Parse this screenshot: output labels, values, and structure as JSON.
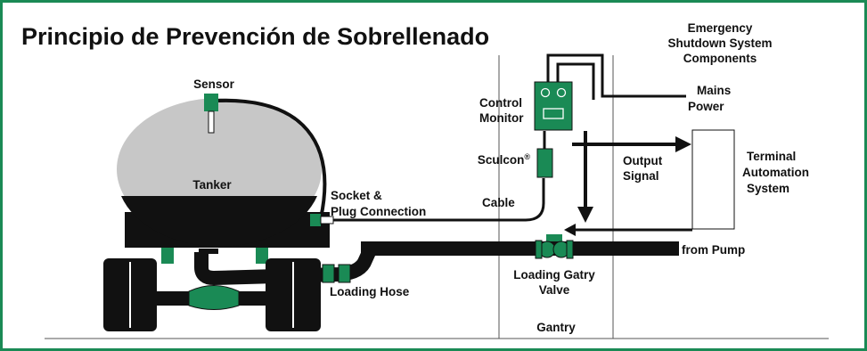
{
  "title": "Principio de Prevención de Sobrellenado",
  "emergency": {
    "line1": "Emergency",
    "line2": "Shutdown System",
    "line3": "Components"
  },
  "labels": {
    "sensor": "Sensor",
    "tanker": "Tanker",
    "socket_line1": "Socket &",
    "socket_line2": "Plug Connection",
    "control_line1": "Control",
    "control_line2": "Monitor",
    "sculcon": "Sculcon",
    "sculcon_mark": "®",
    "cable": "Cable",
    "mains_line1": "Mains",
    "mains_line2": "Power",
    "output_line1": "Output",
    "output_line2": "Signal",
    "terminal_line1": "Terminal",
    "terminal_line2": "Automation",
    "terminal_line3": "System",
    "from_pump": "from Pump",
    "valve_line1": "Loading Gatry",
    "valve_line2": "Valve",
    "loading_hose": "Loading Hose",
    "gantry": "Gantry"
  },
  "colors": {
    "accent": "#1a8a55",
    "tank": "#c7c7c7",
    "dark": "#111111"
  }
}
